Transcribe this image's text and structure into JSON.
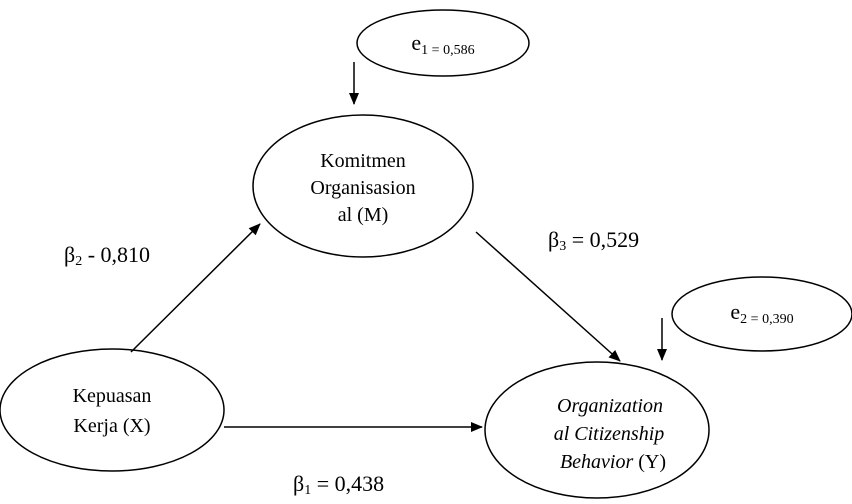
{
  "nodes": {
    "e1": {
      "symbol": "e",
      "sub": "1 = 0,586"
    },
    "e2": {
      "symbol": "e",
      "sub": "2 = 0,390"
    },
    "m": {
      "lines": [
        "Komitmen",
        "Organisasion",
        "al  (M)"
      ]
    },
    "x": {
      "lines": [
        "Kepuasan",
        "Kerja (X)"
      ]
    },
    "y": {
      "lines": [
        "Organization",
        "al Citizenship",
        "Behavior"
      ],
      "suffix": "(Y)"
    }
  },
  "paths": {
    "b1": {
      "symbol": "β",
      "sub": "1",
      "text": " = 0,438"
    },
    "b2": {
      "symbol": "β",
      "sub": "2",
      "text": " - 0,810"
    },
    "b3": {
      "symbol": "β",
      "sub": "3",
      "text": " = 0,529"
    }
  }
}
